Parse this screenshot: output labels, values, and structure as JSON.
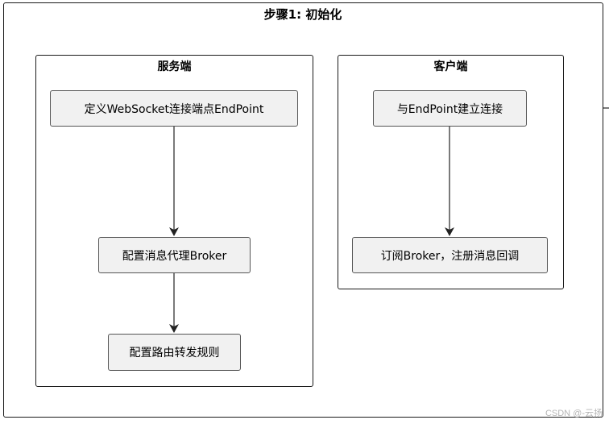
{
  "diagram": {
    "title": "步骤1: 初始化",
    "server": {
      "title": "服务端",
      "nodes": [
        "定义WebSocket连接端点EndPoint",
        "配置消息代理Broker",
        "配置路由转发规则"
      ]
    },
    "client": {
      "title": "客户端",
      "nodes": [
        "与EndPoint建立连接",
        "订阅Broker，注册消息回调"
      ]
    }
  },
  "watermark": "CSDN @-云扬"
}
